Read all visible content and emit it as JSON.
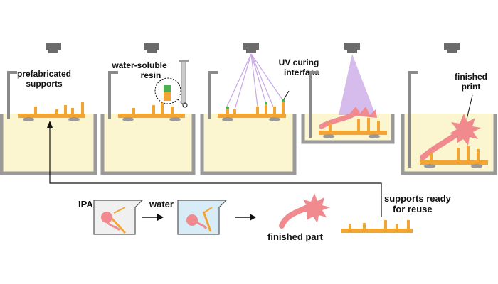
{
  "labels": {
    "prefabricated_supports_line1": "prefabricated",
    "prefabricated_supports_line2": "supports",
    "water_soluble_resin_line1": "water-soluble",
    "water_soluble_resin_line2": "resin",
    "uv_curing_interface_line1": "UV curing",
    "uv_curing_interface_line2": "interface",
    "finished_print_line1": "finished",
    "finished_print_line2": "print",
    "ipa": "IPA",
    "water": "water",
    "finished_part": "finished part",
    "supports_ready_line1": "supports ready",
    "supports_ready_line2": "for reuse"
  },
  "colors": {
    "resin_vat": "#fbf6cf",
    "vat_wall": "#9a9a9a",
    "support_orange": "#f3a534",
    "part_pink": "#f08a8e",
    "uv_light": "#c8a6e6",
    "projector": "#6b6b6b",
    "soluble_green": "#4caf50",
    "water_bath": "#d7ecf7",
    "ipa_bath": "#f0f0f0"
  },
  "icons": {
    "projector": "projector-icon",
    "arrow": "arrow-right-icon",
    "beaker": "beaker-icon"
  }
}
